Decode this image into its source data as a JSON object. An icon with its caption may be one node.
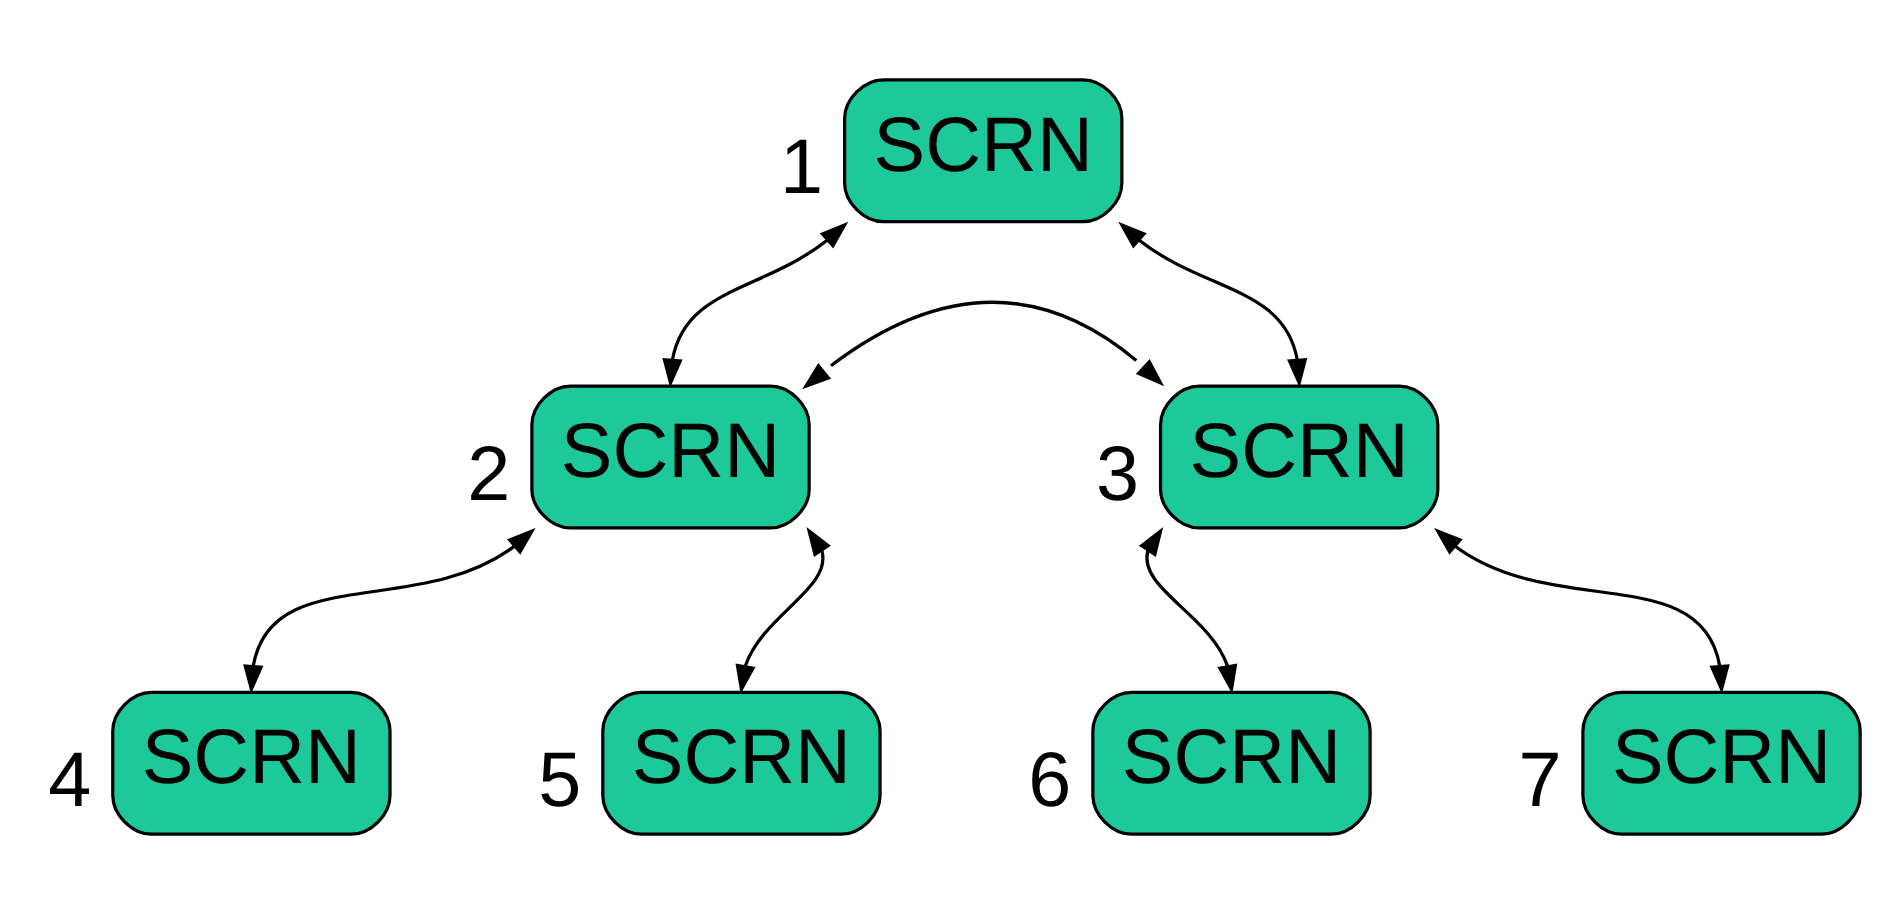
{
  "diagram": {
    "nodes": [
      {
        "text": [
          "SCRN"
        ],
        "beside": [
          "1"
        ]
      },
      {
        "text": [
          "SCRN"
        ],
        "beside": [
          "2"
        ]
      },
      {
        "text": [
          "SCRN"
        ],
        "beside": [
          "3"
        ]
      },
      {
        "text": [
          "SCRN"
        ],
        "beside": [
          "4"
        ]
      },
      {
        "text": [
          "SCRN"
        ],
        "beside": [
          "5"
        ]
      },
      {
        "text": [
          "SCRN"
        ],
        "beside": [
          "6"
        ]
      },
      {
        "text": [
          "SCRN"
        ],
        "beside": [
          "7"
        ]
      }
    ],
    "edges": [
      {
        "from": 0,
        "to": 1,
        "arrow": "both"
      },
      {
        "from": 0,
        "to": 2,
        "arrow": "both"
      },
      {
        "from": 1,
        "to": 2,
        "arrow": "both"
      },
      {
        "from": 1,
        "to": 3,
        "arrow": "both"
      },
      {
        "from": 1,
        "to": 4,
        "arrow": "both"
      },
      {
        "from": 2,
        "to": 5,
        "arrow": "both"
      },
      {
        "from": 2,
        "to": 6,
        "arrow": "both"
      }
    ]
  }
}
